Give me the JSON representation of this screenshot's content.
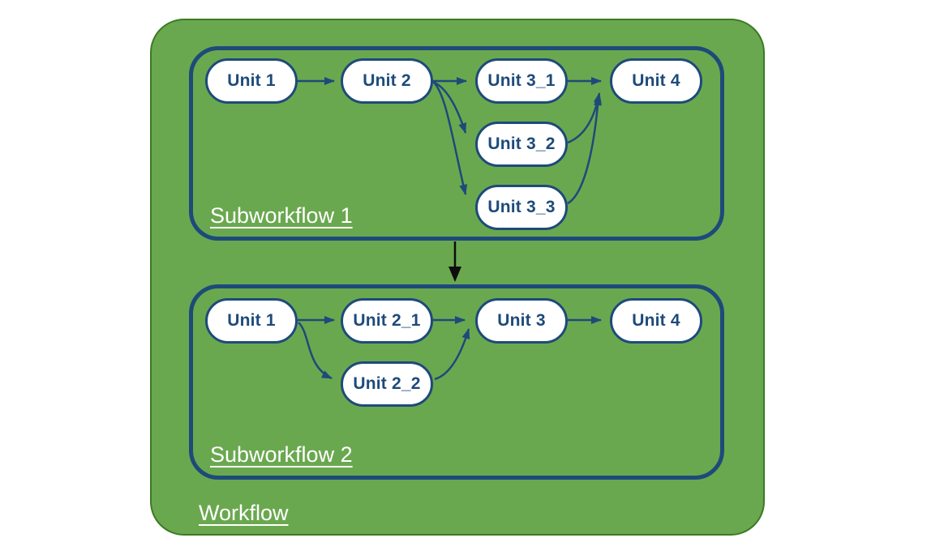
{
  "figure": {
    "workflow": {
      "label": "Workflow",
      "subworkflows": [
        {
          "label": "Subworkflow 1",
          "nodes": [
            {
              "id": "sw1-unit-1",
              "label": "Unit 1"
            },
            {
              "id": "sw1-unit-2",
              "label": "Unit 2"
            },
            {
              "id": "sw1-unit-3-1",
              "label": "Unit 3_1"
            },
            {
              "id": "sw1-unit-3-2",
              "label": "Unit 3_2"
            },
            {
              "id": "sw1-unit-3-3",
              "label": "Unit 3_3"
            },
            {
              "id": "sw1-unit-4",
              "label": "Unit 4"
            }
          ],
          "edges": [
            {
              "from": "Unit 1",
              "to": "Unit 2"
            },
            {
              "from": "Unit 2",
              "to": "Unit 3_1"
            },
            {
              "from": "Unit 2",
              "to": "Unit 3_2"
            },
            {
              "from": "Unit 2",
              "to": "Unit 3_3"
            },
            {
              "from": "Unit 3_1",
              "to": "Unit 4"
            },
            {
              "from": "Unit 3_2",
              "to": "Unit 4"
            },
            {
              "from": "Unit 3_3",
              "to": "Unit 4"
            }
          ]
        },
        {
          "label": "Subworkflow 2",
          "nodes": [
            {
              "id": "sw2-unit-1",
              "label": "Unit 1"
            },
            {
              "id": "sw2-unit-2-1",
              "label": "Unit 2_1"
            },
            {
              "id": "sw2-unit-2-2",
              "label": "Unit 2_2"
            },
            {
              "id": "sw2-unit-3",
              "label": "Unit 3"
            },
            {
              "id": "sw2-unit-4",
              "label": "Unit 4"
            }
          ],
          "edges": [
            {
              "from": "Unit 1",
              "to": "Unit 2_1"
            },
            {
              "from": "Unit 1",
              "to": "Unit 2_2"
            },
            {
              "from": "Unit 2_1",
              "to": "Unit 3"
            },
            {
              "from": "Unit 2_2",
              "to": "Unit 3"
            },
            {
              "from": "Unit 3",
              "to": "Unit 4"
            }
          ]
        }
      ],
      "edges": [
        {
          "from": "Subworkflow 1",
          "to": "Subworkflow 2"
        }
      ]
    },
    "colors": {
      "workflow_fill": "#6aa84f",
      "workflow_border": "#3d7a22",
      "subworkflow_border": "#1e4a7a",
      "node_fill": "#ffffff",
      "node_border": "#1e4a7a",
      "node_text": "#1e4a7a",
      "label_text": "#ffffff",
      "connector": "#1e4a7a",
      "workflow_connector": "#0d0d0d"
    }
  }
}
